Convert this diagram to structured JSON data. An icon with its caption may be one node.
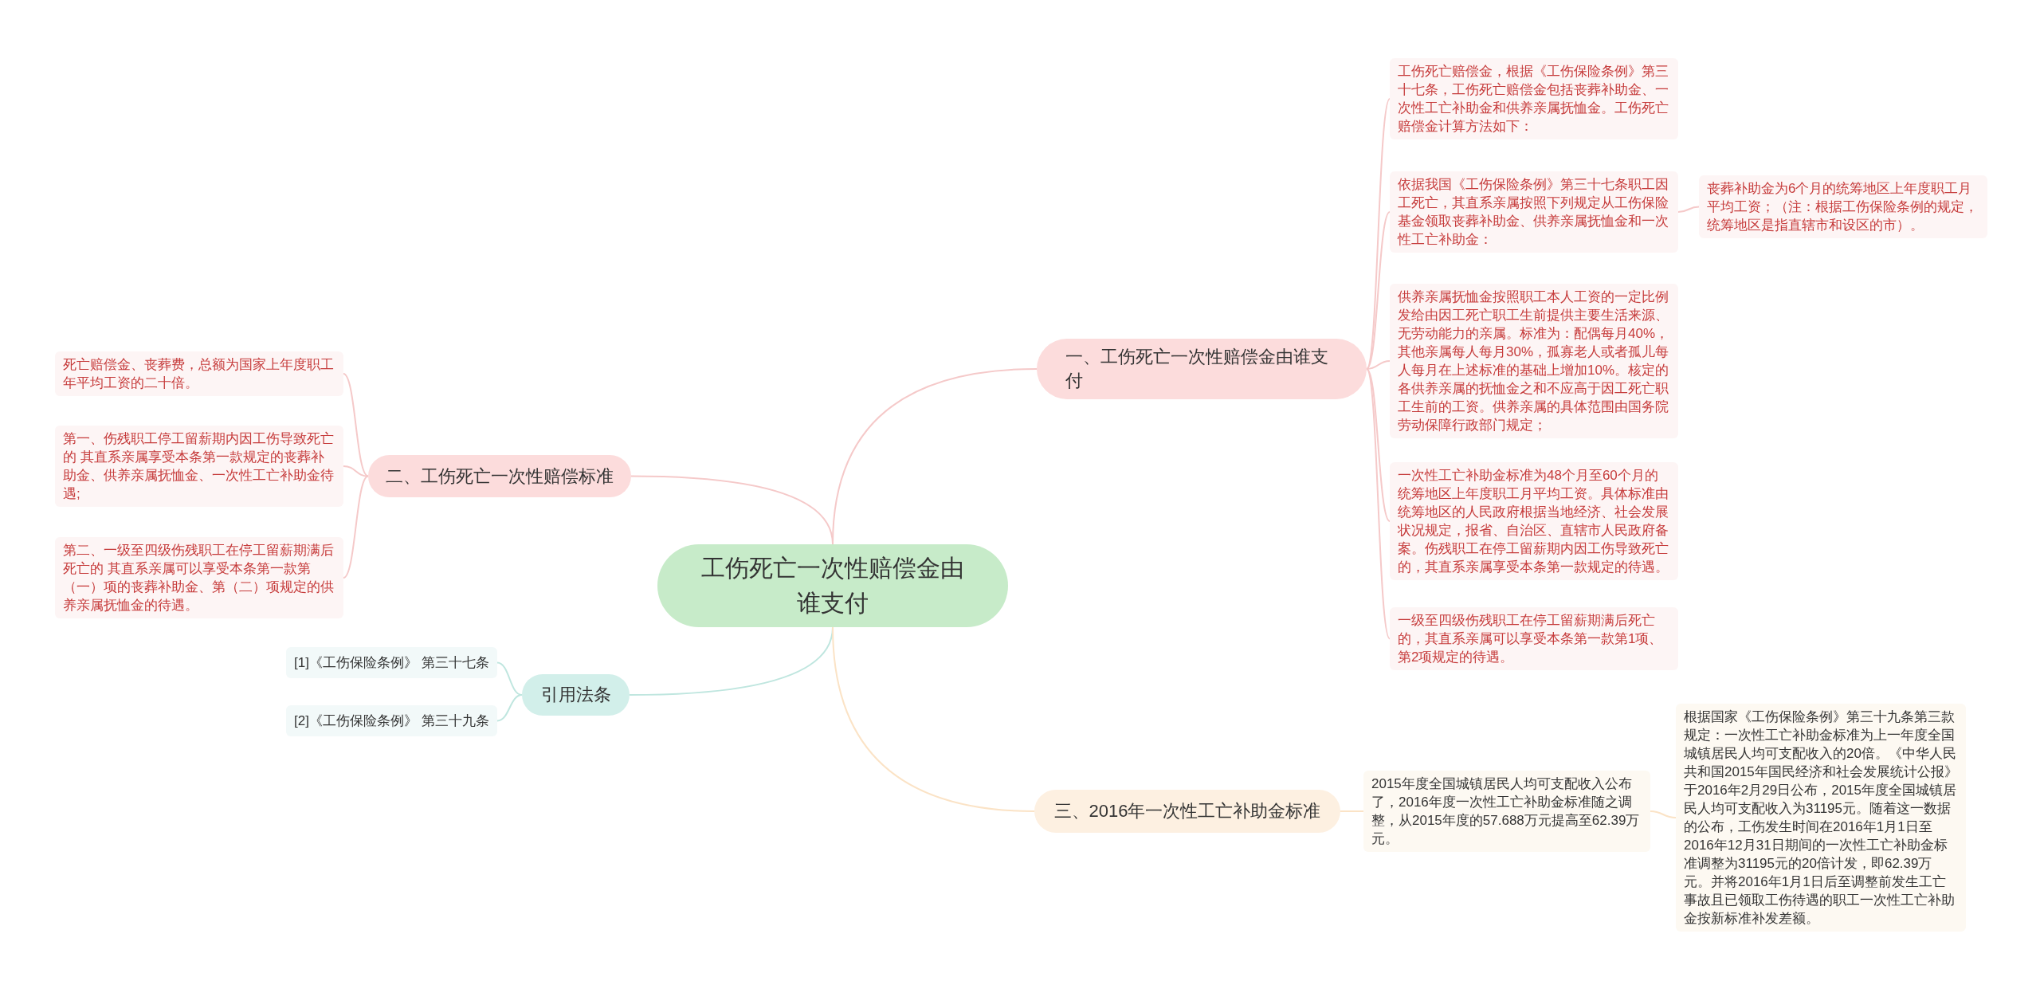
{
  "diagram": {
    "nodes": [
      {
        "text": [
          "工伤死亡一次性赔偿金由谁支付"
        ]
      },
      {
        "text": [
          "一、工伤死亡一次性赔偿金由谁支付"
        ]
      },
      {
        "text": [
          "工伤死亡赔偿金，根据《工伤保险条例》第三十七条，工伤死亡赔偿金包括丧葬补助金、一次性工亡补助金和供养亲属抚恤金。工伤死亡赔偿金计算方法如下："
        ]
      },
      {
        "text": [
          "依据我国《工伤保险条例》第三十七条职工因工死亡，其直系亲属按照下列规定从工伤保险基金领取丧葬补助金、供养亲属抚恤金和一次性工亡补助金："
        ]
      },
      {
        "text": [
          "丧葬补助金为6个月的统筹地区上年度职工月平均工资；（注：根据工伤保险条例的规定，统筹地区是指直辖市和设区的市）。"
        ]
      },
      {
        "text": [
          "供养亲属抚恤金按照职工本人工资的一定比例发给由因工死亡职工生前提供主要生活来源、无劳动能力的亲属。标准为：配偶每月40%，其他亲属每人每月30%，孤寡老人或者孤儿每人每月在上述标准的基础上增加10%。核定的各供养亲属的抚恤金之和不应高于因工死亡职工生前的工资。供养亲属的具体范围由国务院劳动保障行政部门规定；"
        ]
      },
      {
        "text": [
          "一次性工亡补助金标准为48个月至60个月的统筹地区上年度职工月平均工资。具体标准由统筹地区的人民政府根据当地经济、社会发展状况规定，报省、自治区、直辖市人民政府备案。伤残职工在停工留薪期内因工伤导致死亡的，其直系亲属享受本条第一款规定的待遇。"
        ]
      },
      {
        "text": [
          "一级至四级伤残职工在停工留薪期满后死亡的，其直系亲属可以享受本条第一款第1项、第2项规定的待遇。"
        ]
      },
      {
        "text": [
          "二、工伤死亡一次性赔偿标准"
        ]
      },
      {
        "text": [
          "死亡赔偿金、丧葬费，总额为国家上年度职工年平均工资的二十倍。"
        ]
      },
      {
        "text": [
          "第一、伤残职工停工留薪期内因工伤导致死亡的 其直系亲属享受本条第一款规定的丧葬补助金、供养亲属抚恤金、一次性工亡补助金待遇;"
        ]
      },
      {
        "text": [
          "第二、一级至四级伤残职工在停工留薪期满后死亡的 其直系亲属可以享受本条第一款第（一）项的丧葬补助金、第（二）项规定的供养亲属抚恤金的待遇。"
        ]
      },
      {
        "text": [
          "引用法条"
        ]
      },
      {
        "text": [
          "[1]《工伤保险条例》 第三十七条"
        ]
      },
      {
        "text": [
          "[2]《工伤保险条例》 第三十九条"
        ]
      },
      {
        "text": [
          "三、2016年一次性工亡补助金标准"
        ]
      },
      {
        "text": [
          "2015年度全国城镇居民人均可支配收入公布了，2016年度一次性工亡补助金标准随之调整，从2015年度的57.688万元提高至62.39万元。"
        ]
      },
      {
        "text": [
          "根据国家《工伤保险条例》第三十九条第三款规定：一次性工亡补助金标准为上一年度全国城镇居民人均可支配收入的20倍。《中华人民共和国2015年国民经济和社会发展统计公报》于2016年2月29日公布，2015年度全国城镇居民人均可支配收入为31195元。随着这一数据的公布，工伤发生时间在2016年1月1日至2016年12月31日期间的一次性工亡补助金标准调整为31195元的20倍计发，即62.39万元。并将2016年1月1日后至调整前发生工亡事故且已领取工伤待遇的职工一次性工亡补助金按新标准补发差额。"
        ]
      }
    ],
    "edges": [
      {
        "from": 0,
        "to": 1,
        "arrow": "none"
      },
      {
        "from": 1,
        "to": 2,
        "arrow": "none"
      },
      {
        "from": 1,
        "to": 3,
        "arrow": "none"
      },
      {
        "from": 3,
        "to": 4,
        "arrow": "none"
      },
      {
        "from": 1,
        "to": 5,
        "arrow": "none"
      },
      {
        "from": 1,
        "to": 6,
        "arrow": "none"
      },
      {
        "from": 1,
        "to": 7,
        "arrow": "none"
      },
      {
        "from": 0,
        "to": 8,
        "arrow": "none"
      },
      {
        "from": 8,
        "to": 9,
        "arrow": "none"
      },
      {
        "from": 8,
        "to": 10,
        "arrow": "none"
      },
      {
        "from": 8,
        "to": 11,
        "arrow": "none"
      },
      {
        "from": 0,
        "to": 12,
        "arrow": "none",
        "color": "#bfe6df"
      },
      {
        "from": 12,
        "to": 13,
        "arrow": "none",
        "color": "#bfe6df"
      },
      {
        "from": 12,
        "to": 14,
        "arrow": "none",
        "color": "#bfe6df"
      },
      {
        "from": 0,
        "to": 15,
        "arrow": "none",
        "color": "#fbe3c6"
      },
      {
        "from": 15,
        "to": 16,
        "arrow": "none",
        "color": "#fbe3c6"
      },
      {
        "from": 16,
        "to": 17,
        "arrow": "none",
        "color": "#fbe3c6"
      }
    ]
  }
}
